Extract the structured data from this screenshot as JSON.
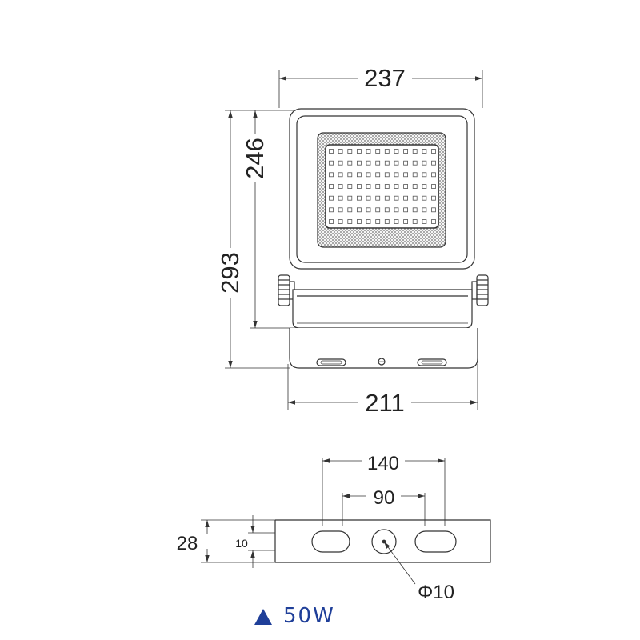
{
  "front_view": {
    "width_dim": "237",
    "panel_height_dim": "246",
    "total_height_dim": "293",
    "bracket_width_dim": "211"
  },
  "bracket_view": {
    "outer_hole_spacing_dim": "140",
    "inner_hole_spacing_dim": "90",
    "bracket_height_dim": "28",
    "slot_height_dim": "10",
    "center_hole_dim": "Φ10"
  },
  "power_label": "50W",
  "colors": {
    "line": "#222222",
    "accent": "#1f3f99"
  }
}
